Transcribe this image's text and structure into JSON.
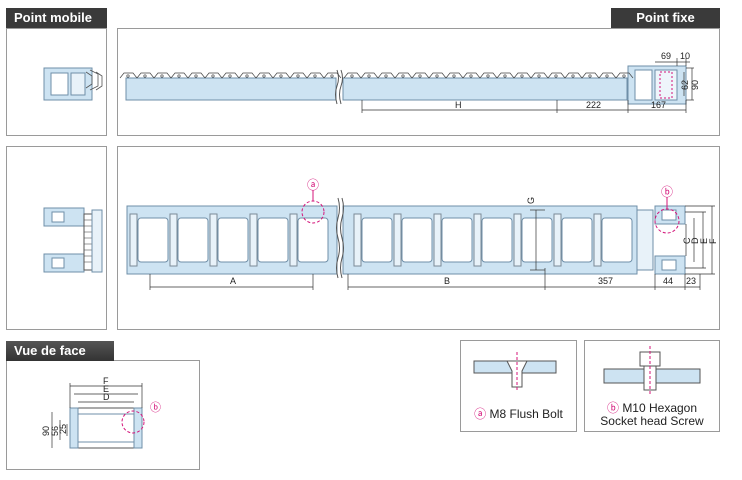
{
  "labels": {
    "point_mobile": "Point mobile",
    "point_fixe": "Point fixe",
    "vue_de_face": "Vue de face"
  },
  "top_dims": {
    "d69": "69",
    "d10": "10",
    "d62": "62",
    "d90": "90",
    "H": "H",
    "d222": "222",
    "d167": "167"
  },
  "mid_dims": {
    "A": "A",
    "B": "B",
    "d357": "357",
    "d44": "44",
    "d23": "23",
    "G": "G",
    "C": "C",
    "D": "D",
    "E": "E",
    "F": "F",
    "marker_a": "ⓐ",
    "marker_b": "ⓑ"
  },
  "front_dims": {
    "F": "F",
    "E": "E",
    "D": "D",
    "d90": "90",
    "d56": "56",
    "d25": "25",
    "marker_b": "ⓑ"
  },
  "legend": {
    "a_marker": "ⓐ",
    "a_text": "M8 Flush Bolt",
    "b_marker": "ⓑ",
    "b_line1": "M10 Hexagon",
    "b_line2": "Socket head Screw"
  },
  "colors": {
    "steel": "#cde3f2",
    "steel_edge": "#6f8fa8",
    "accent": "#d4147a",
    "dim_line": "#333333"
  }
}
